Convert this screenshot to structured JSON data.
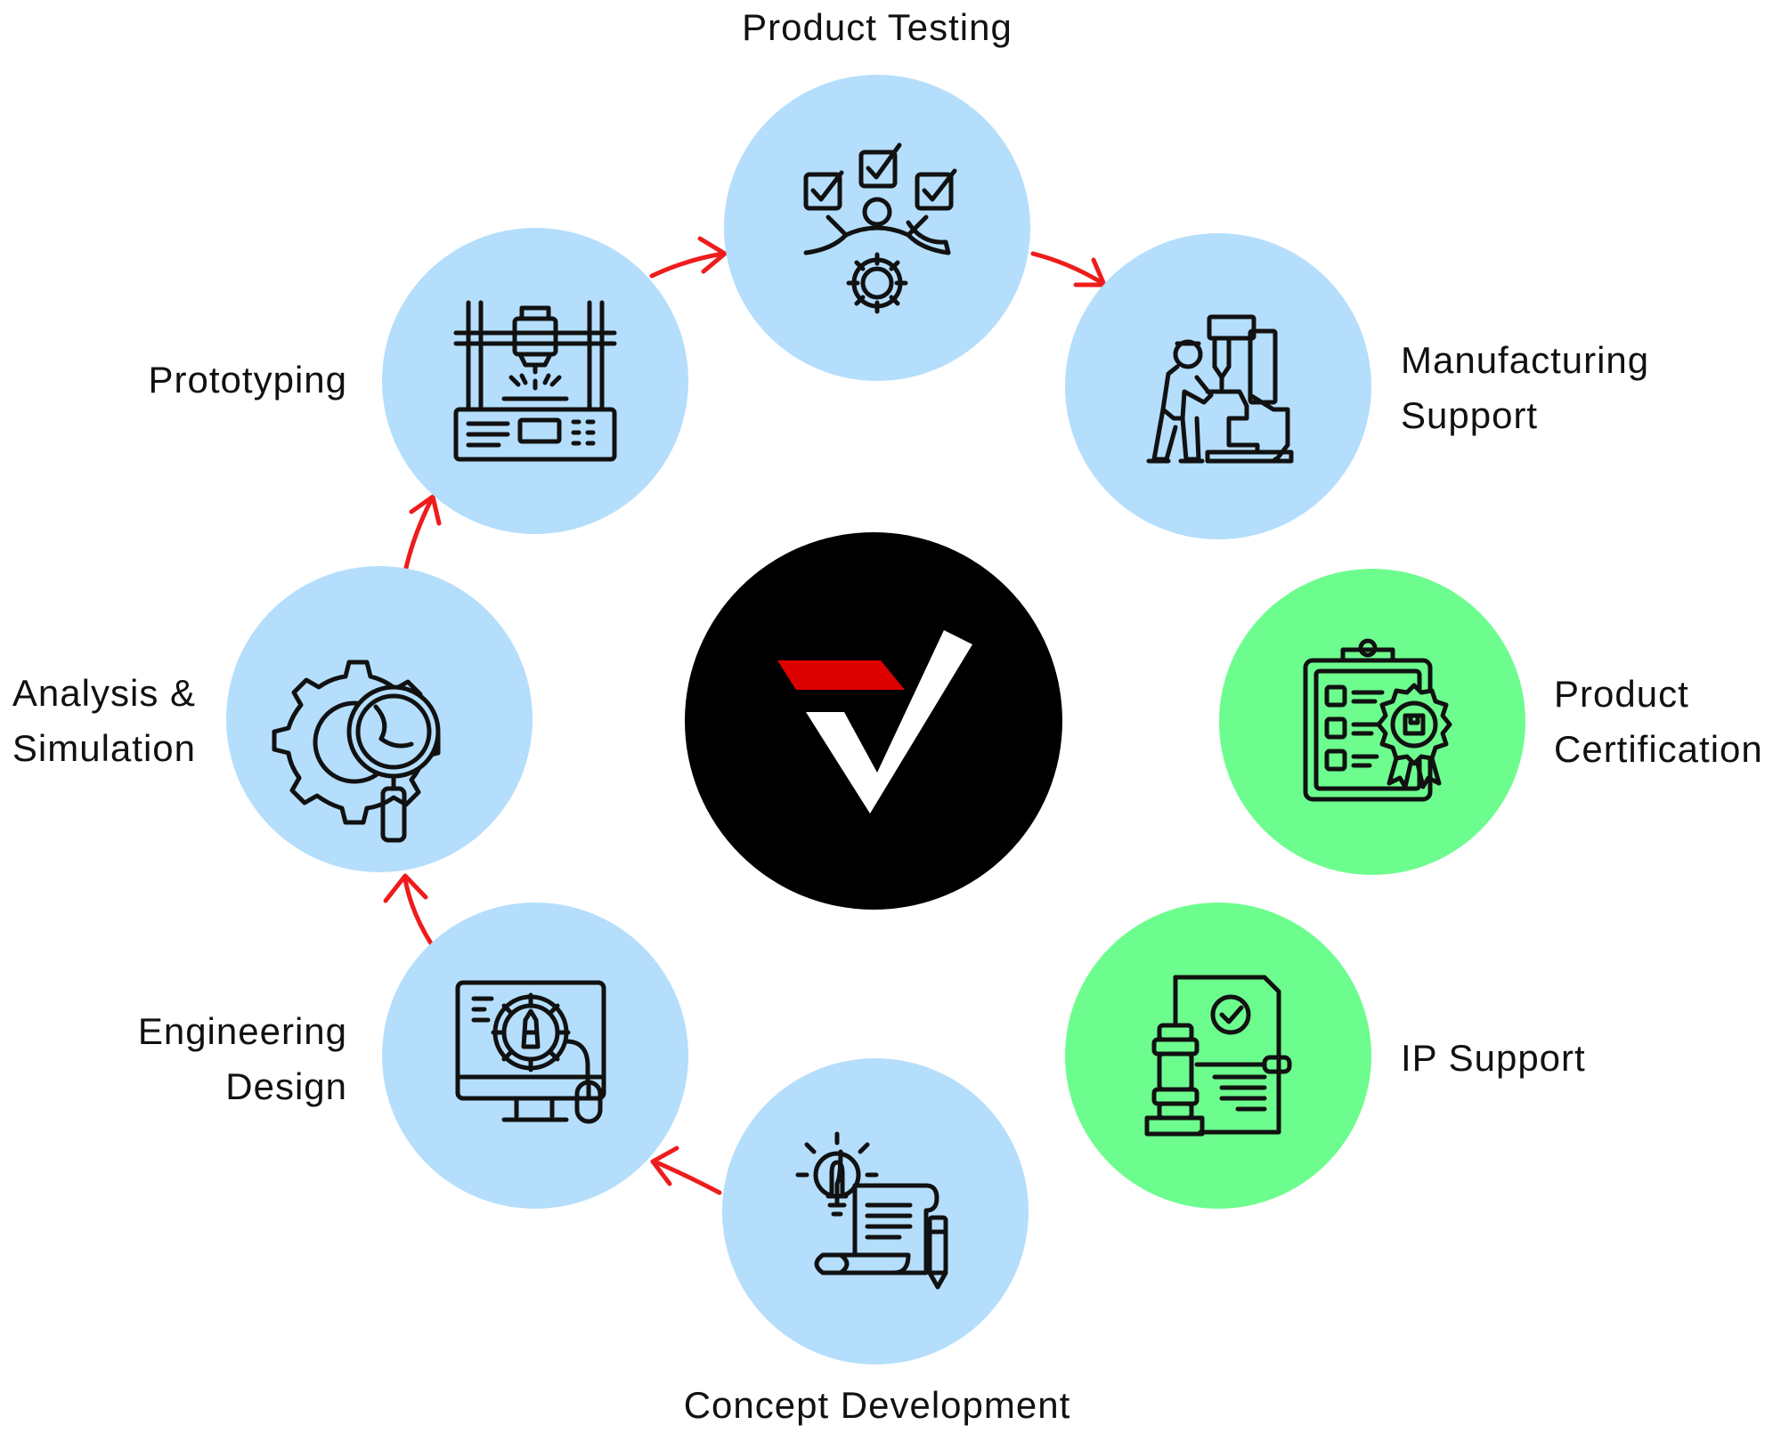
{
  "colors": {
    "blue_circle": "#b4defc",
    "green_circle": "#6dfd8e",
    "center_circle": "#000000",
    "arrow": "#ee1c1c",
    "logo_red": "#dd0000",
    "logo_white": "#ffffff",
    "icon_stroke": "#111111"
  },
  "center_logo": {
    "icon": "check-logo-icon"
  },
  "steps": [
    {
      "key": "product_testing",
      "label_lines": [
        "Product Testing"
      ],
      "icon": "checklist-person-gear-icon",
      "color": "blue"
    },
    {
      "key": "manufacturing_support",
      "label_lines": [
        "Manufacturing",
        "Support"
      ],
      "icon": "worker-machine-icon",
      "color": "blue"
    },
    {
      "key": "product_certification",
      "label_lines": [
        "Product",
        "Certification"
      ],
      "icon": "clipboard-badge-icon",
      "color": "green"
    },
    {
      "key": "ip_support",
      "label_lines": [
        "IP Support"
      ],
      "icon": "gavel-document-icon",
      "color": "green"
    },
    {
      "key": "concept_development",
      "label_lines": [
        "Concept Development"
      ],
      "icon": "lightbulb-scroll-icon",
      "color": "blue"
    },
    {
      "key": "engineering_design",
      "label_lines": [
        "Engineering",
        "Design"
      ],
      "icon": "monitor-gear-icon",
      "color": "blue"
    },
    {
      "key": "analysis_simulation",
      "label_lines": [
        "Analysis &",
        "Simulation"
      ],
      "icon": "gear-magnifier-icon",
      "color": "blue"
    },
    {
      "key": "prototyping",
      "label_lines": [
        "Prototyping"
      ],
      "icon": "3d-printer-icon",
      "color": "blue"
    }
  ]
}
